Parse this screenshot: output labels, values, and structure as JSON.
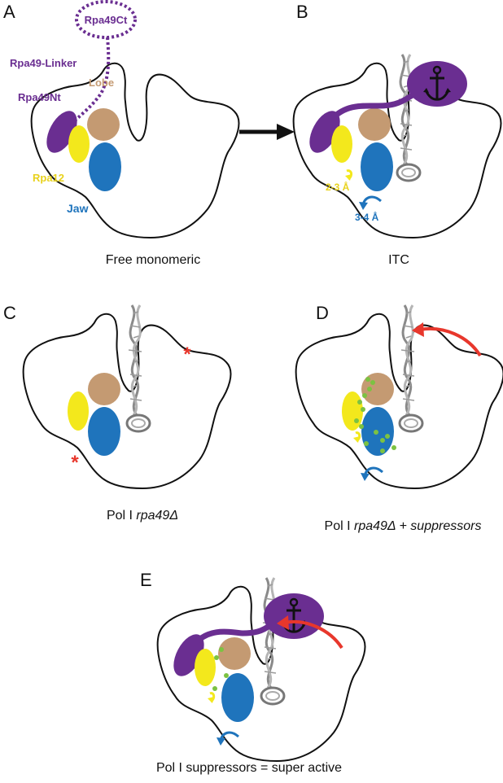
{
  "colors": {
    "rpa49": "#6a2e91",
    "lobe": "#c49a72",
    "rpa12": "#f3e81c",
    "jaw": "#1f74bc",
    "lobe_label": "#c49a72",
    "rpa12_label": "#e8d21c",
    "jaw_label": "#1f74bc",
    "movement_arrow": "#e8372c",
    "suppressor_dot": "#7cc242",
    "dna": "#8a8a8a",
    "outline": "#111111"
  },
  "panels": {
    "a": {
      "letter": "A",
      "caption": "Free monomeric",
      "labels": {
        "rpa49ct": "Rpa49Ct",
        "linker": "Rpa49-Linker",
        "lobe": "Lobe",
        "rpa49nt": "Rpa49Nt",
        "rpa12": "Rpa12",
        "jaw": "Jaw"
      }
    },
    "b": {
      "letter": "B",
      "caption": "ITC",
      "shift_rpa12": "2-3 Å",
      "shift_jaw": "3-4 Å",
      "anchor_icon": "anchor-icon"
    },
    "c": {
      "letter": "C",
      "caption_prefix": "Pol I ",
      "caption_italic": "rpa49Δ",
      "marker": "*"
    },
    "d": {
      "letter": "D",
      "caption_prefix": "Pol I ",
      "caption_italic": "rpa49Δ + suppressors"
    },
    "e": {
      "letter": "E",
      "caption": "Pol I suppressors = super active",
      "anchor_icon": "anchor-icon"
    }
  }
}
